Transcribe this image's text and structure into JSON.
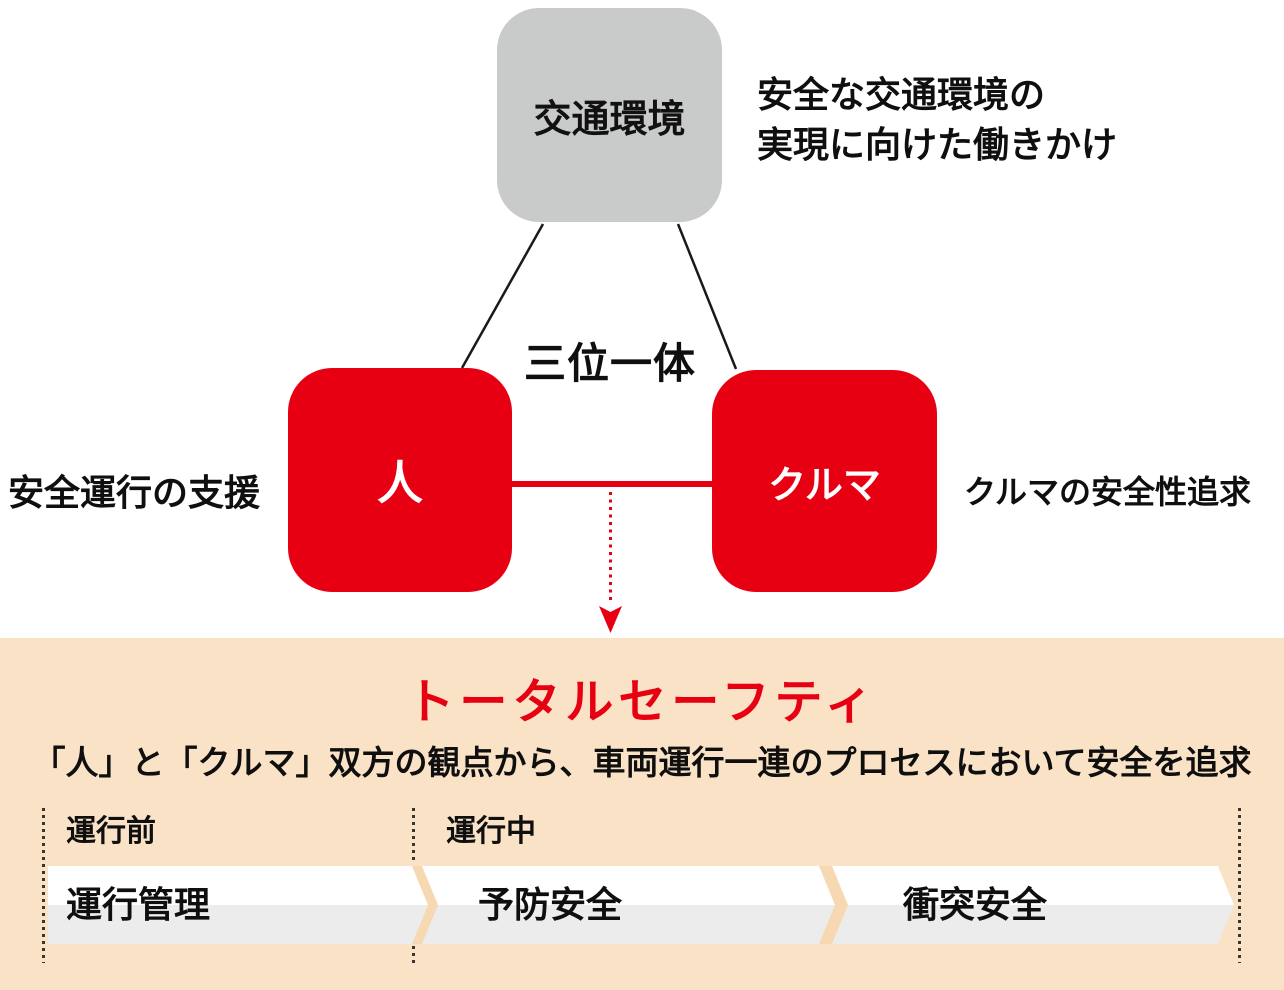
{
  "colors": {
    "accent_red": "#e60012",
    "environment_gray": "#c9caca",
    "section_peach": "#fae2c6",
    "chevron_gap_peach": "#f6d8b2",
    "band_white": "#ffffff",
    "band_gray": "#ececec",
    "text_black": "#0f0f0f"
  },
  "triad": {
    "environment": {
      "box_label": "交通環境",
      "note_line1": "安全な交通環境の",
      "note_line2": "実現に向けた働きかけ"
    },
    "center_label": "三位一体",
    "person": {
      "box_label": "人",
      "note": "安全運行の支援"
    },
    "vehicle": {
      "box_label": "クルマ",
      "note": "クルマの安全性追求"
    }
  },
  "total_safety": {
    "title": "トータルセーフティ",
    "description": "「人」と「クルマ」双方の観点から、車両運行一連のプロセスにおいて安全を追求",
    "phase_before": "運行前",
    "phase_during": "運行中",
    "steps": [
      "運行管理",
      "予防安全",
      "衝突安全"
    ]
  }
}
